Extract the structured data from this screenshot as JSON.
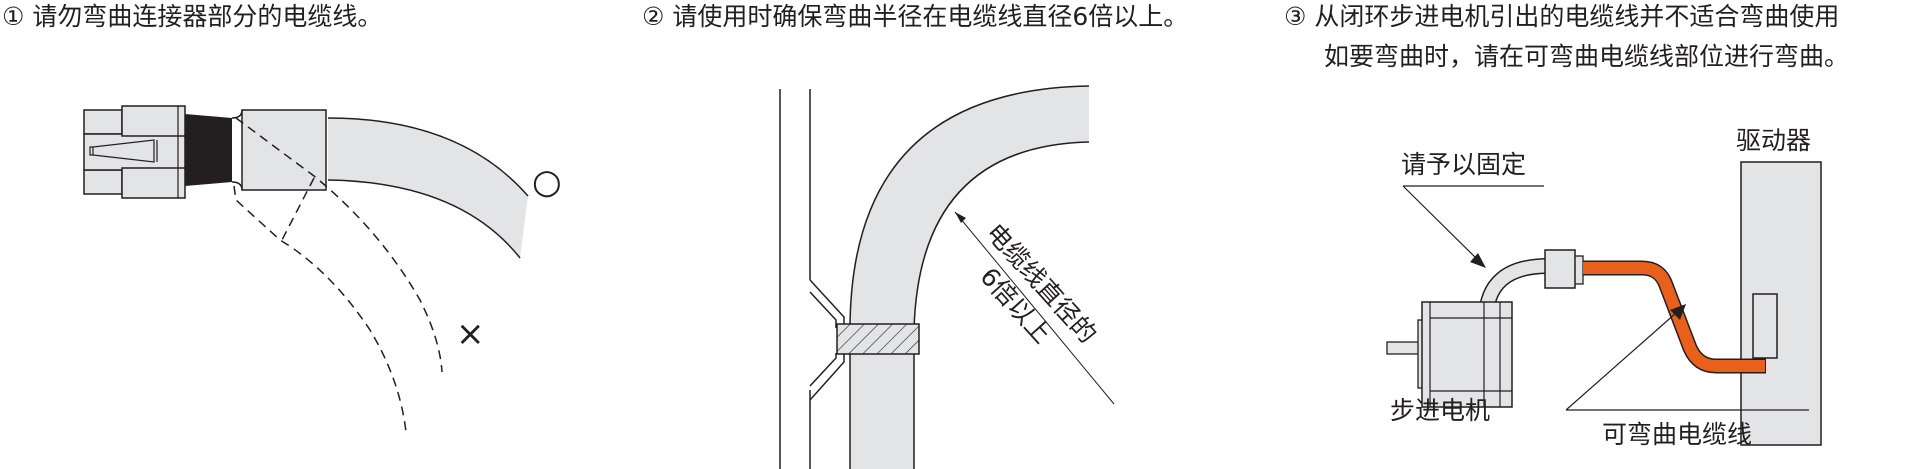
{
  "panels": [
    {
      "id": "panel-1",
      "caption": "① 请勿弯曲连接器部分的电缆线。",
      "marks": {
        "ok": "○",
        "ng": "×"
      }
    },
    {
      "id": "panel-2",
      "caption": "② 请使用时确保弯曲半径在电缆线直径6倍以上。",
      "annotation_line1": "电缆线直径的",
      "annotation_line2": "6倍以上"
    },
    {
      "id": "panel-3",
      "caption_line1": "③ 从闭环步进电机引出的电缆线并不适合弯曲使用",
      "caption_line2": "如要弯曲时，请在可弯曲电缆线部位进行弯曲。",
      "labels": {
        "fix": "请予以固定",
        "driver": "驱动器",
        "motor": "步进电机",
        "flex_cable": "可弯曲电缆线"
      }
    }
  ],
  "colors": {
    "cable_fill": "#e3e4e5",
    "line": "#231f20",
    "flex_cable": "#e8601c",
    "connector_boot": "#231f20"
  }
}
